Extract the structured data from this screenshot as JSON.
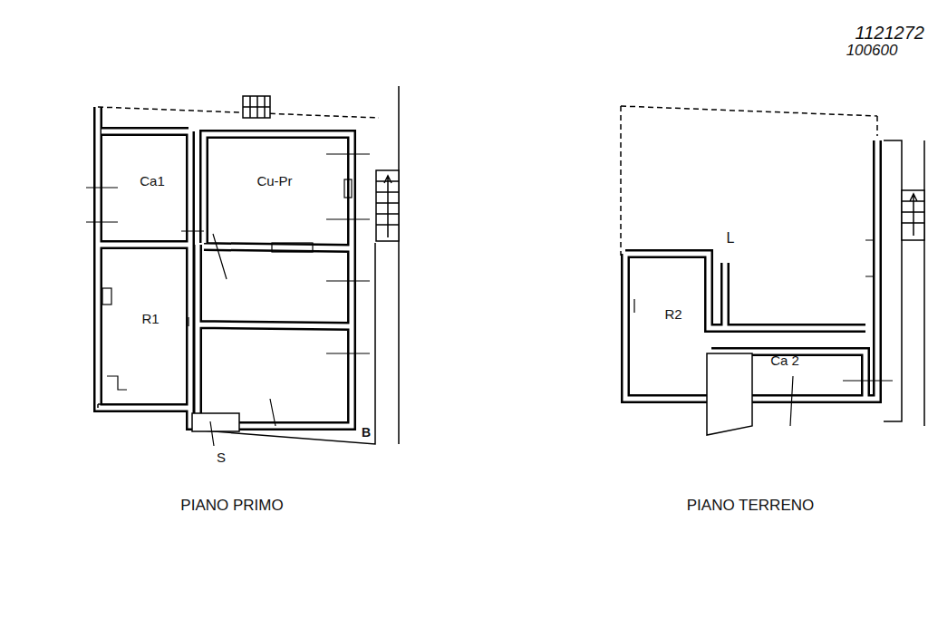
{
  "diagram": {
    "labels": [
      "1121272",
      "100600",
      "Ca1",
      "Cu-Pr",
      "R1",
      "S",
      "B",
      "PIANO PRIMO",
      "R2",
      "Ca 2",
      "L",
      "PIANO TERRENO"
    ]
  }
}
